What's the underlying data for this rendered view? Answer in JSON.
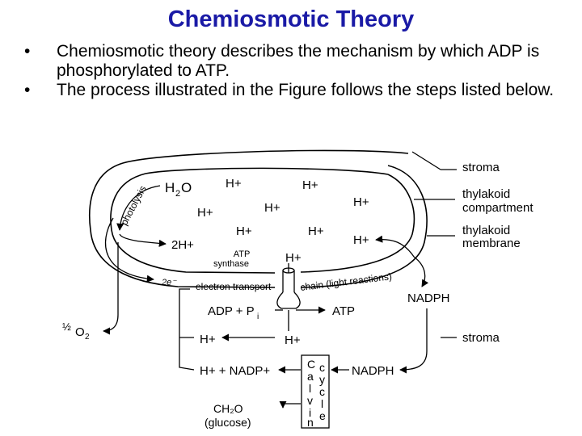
{
  "slide": {
    "title": "Chemiosmotic Theory",
    "bullets": [
      "Chemiosmotic theory describes the mechanism by which ADP is phosphorylated to ATP.",
      "The process illustrated in the Figure follows the steps listed below."
    ],
    "bullet_symbol": "•"
  },
  "diagram": {
    "labels": {
      "stroma_top": "stroma",
      "thylakoid_compartment_1": "thylakoid",
      "thylakoid_compartment_2": "compartment",
      "thylakoid_membrane_1": "thylakoid",
      "thylakoid_membrane_2": "membrane",
      "stroma_bottom": "stroma",
      "photolysis": "photolysis",
      "h2o_H": "H",
      "h2o_sub": "2",
      "h2o_O": "O",
      "h_plus": "H+",
      "two_h_plus": "2H+",
      "atp_synthase_1": "ATP",
      "atp_synthase_2": "synthase",
      "two_e": "2e⁻",
      "electron_transport": "electron transport",
      "chain_light": "chain (light reactions)",
      "adp_pi": "ADP + P",
      "pi_sub": "i",
      "atp": "ATP",
      "nadph_right": "NADPH",
      "nadph_mid": "NADPH",
      "h_nadp": "H+ + NADP+",
      "half": "½",
      "o2": "O",
      "o2_sub": "2",
      "calvin": [
        "C",
        "a",
        "l",
        "v",
        "i",
        "n"
      ],
      "cycle": [
        "c",
        "y",
        "c",
        "l",
        "e"
      ],
      "ch2o_1": "CH₂O",
      "ch2o_2": "(glucose)"
    },
    "colors": {
      "title": "#1a1aa6",
      "line": "#000000"
    }
  }
}
